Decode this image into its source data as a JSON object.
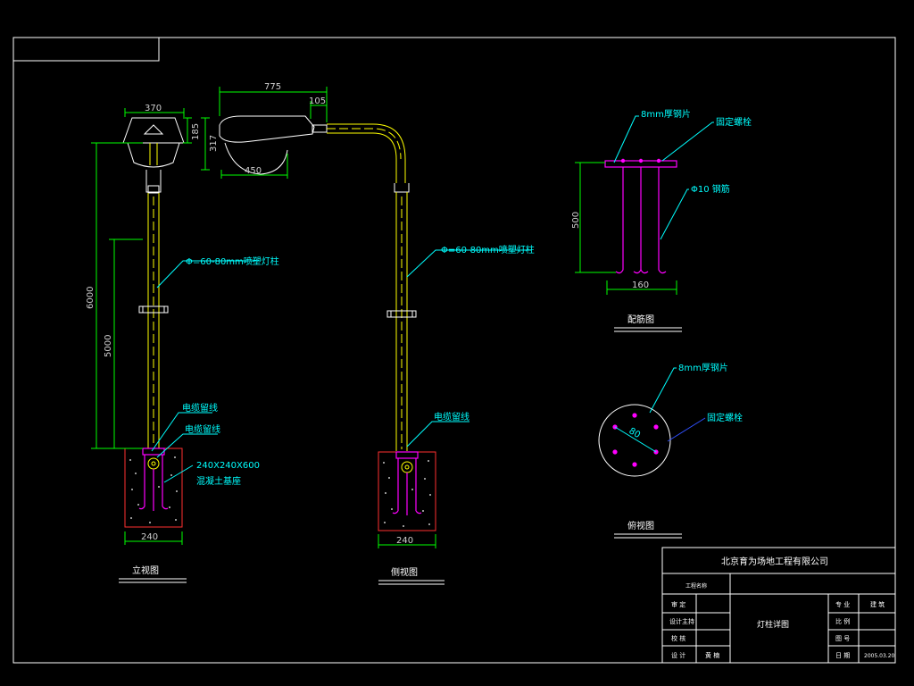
{
  "dimensions": {
    "front_lamp_width": "370",
    "front_lamp_height": "185",
    "lamp_head_height": "317",
    "arm_length": "775",
    "arm_offset": "105",
    "lamp_head_width": "450",
    "pole_total_height": "6000",
    "pole_lower_height": "5000",
    "base_width_front": "240",
    "base_width_side": "240",
    "anchor_height": "500",
    "anchor_spacing": "160",
    "bolt_circle": "80"
  },
  "labels": {
    "front_pole_spec": "Φ=60-80mm喷塑灯柱",
    "side_pole_spec": "Φ=60-80mm喷塑灯柱",
    "cable_pipe_1": "电缆留线",
    "cable_pipe_2": "电缆留线",
    "cable_pipe_side": "电缆留线",
    "foundation_size": "240X240X600",
    "foundation_name": "混凝土基座",
    "steel_plate": "8mm厚钢片",
    "fixing_bolt": "固定螺栓",
    "rebar": "Φ10 钢筋",
    "top_steel_plate": "8mm厚钢片",
    "top_fixing_bolt": "固定螺栓"
  },
  "view_titles": {
    "front": "立视图",
    "side": "侧视图",
    "embed": "配筋图",
    "top": "俯视图"
  },
  "title_block": {
    "company": "北京育为场地工程有限公司",
    "project_label": "工程名称",
    "review_label": "审 定",
    "design_lead_label": "设计主持",
    "check_label": "校 核",
    "designer_label": "设 计",
    "designer_name": "黄 楠",
    "drawing_name": "灯柱详图",
    "stage_label": "专 业",
    "stage_value": "建 筑",
    "scale_label": "比 例",
    "number_label": "图 号",
    "date_label": "日 期",
    "date_value": "2005.03.20"
  },
  "colors": {
    "background": "#000000",
    "frame": "#ffffff",
    "dimension": "#00ff00",
    "annotation": "#00ffff",
    "pole": "#ffff00",
    "anchor": "#ff00ff",
    "foundation": "#ff3030"
  }
}
